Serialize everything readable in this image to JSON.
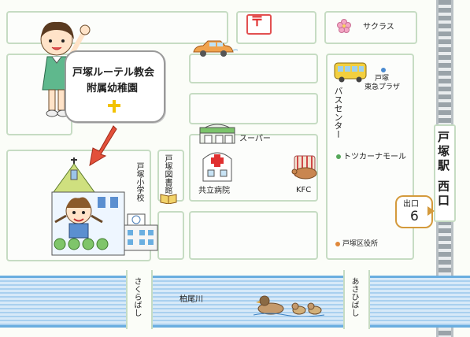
{
  "church_box": {
    "line1": "戸塚ルーテル教会",
    "line2": "附属幼稚園"
  },
  "landmarks": {
    "post_office_symbol": "〒",
    "sakuras": "サクラス",
    "totsuka_tokyu_plaza": {
      "line1": "戸塚",
      "line2": "東急プラザ"
    },
    "bus_center": "バスセンター",
    "supermarket": "スーパー",
    "hospital": "共立病院",
    "kfc": "KFC",
    "totsuka_elementary": "戸塚小学校",
    "totsuka_library": "戸塚図書館",
    "totsuka_mall": "トツカーナモール",
    "ward_office": "戸塚区役所"
  },
  "station": {
    "name": "戸塚駅 西口"
  },
  "exit": {
    "label": "出口",
    "number": "6"
  },
  "river": {
    "name": "柏尾川"
  },
  "bridges": {
    "sakura": "さくらばし",
    "asahi": "あさひばし"
  },
  "colors": {
    "road_border": "#c6dcc3",
    "river_blue": "#a9d0ef",
    "church_green": "#cfe07f",
    "cross_yellow": "#f2c200",
    "bus_yellow": "#f3cf3f",
    "arrow_red": "#e2503a",
    "exit_border": "#d49a3c"
  }
}
